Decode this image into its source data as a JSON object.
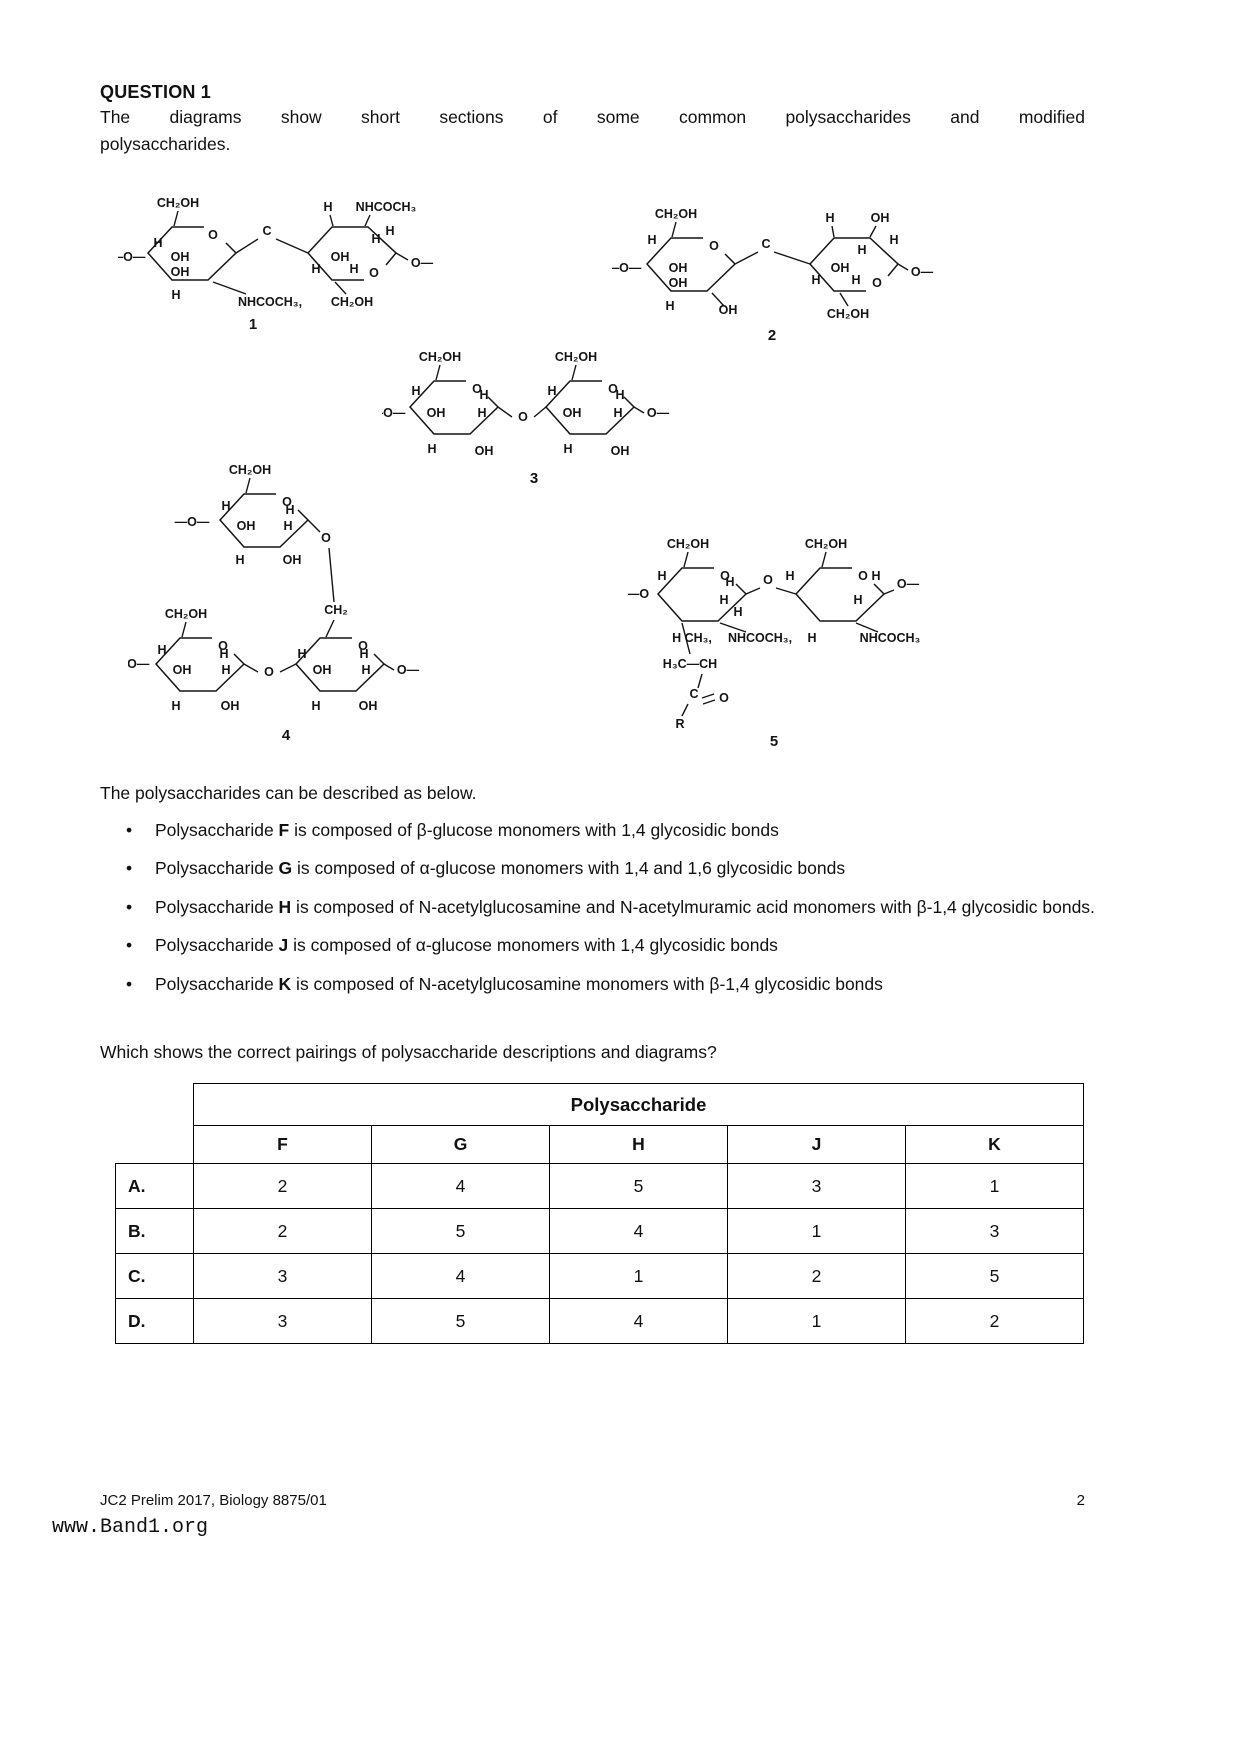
{
  "q": {
    "label": "QUESTION 1",
    "intro_l1": "The diagrams show short sections of some common polysaccharides and modified",
    "intro_l2": "polysaccharides.",
    "describe": "The polysaccharides can be described as below.",
    "prompt": "Which shows the correct pairings of polysaccharide descriptions and diagrams?"
  },
  "sym": {
    "o": "O",
    "c": "C",
    "h": "H",
    "oh": "OH",
    "ch2oh": "CH₂OH",
    "ch2": "CH₂",
    "nhcoch3": "NHCOCH₃",
    "nhcoch3_comma": "NHCOCH₃,",
    "o_chain": "—O—",
    "o_left": "—O",
    "o_right": "O—",
    "h_ch3": "H CH₃,",
    "h3c_ch": "H₃C—CH",
    "r": "R"
  },
  "diagrams": {
    "d1": {
      "number": "1"
    },
    "d2": {
      "number": "2"
    },
    "d3": {
      "number": "3"
    },
    "d4": {
      "number": "4"
    },
    "d5": {
      "number": "5"
    }
  },
  "bullets": [
    {
      "before": "Polysaccharide ",
      "bold": "F",
      "after": " is composed of β-glucose monomers with 1,4 glycosidic bonds"
    },
    {
      "before": "Polysaccharide ",
      "bold": "G",
      "after": " is composed of α-glucose monomers with 1,4 and 1,6 glycosidic bonds"
    },
    {
      "before": "Polysaccharide ",
      "bold": "H",
      "after": " is composed of N-acetylglucosamine and N-acetylmuramic acid monomers with β-1,4 glycosidic bonds."
    },
    {
      "before": "Polysaccharide ",
      "bold": "J",
      "after": " is composed of α-glucose monomers with 1,4 glycosidic bonds"
    },
    {
      "before": "Polysaccharide ",
      "bold": "K",
      "after": " is composed of N-acetylglucosamine monomers with β-1,4 glycosidic bonds"
    }
  ],
  "table": {
    "title": "Polysaccharide",
    "columns": [
      "F",
      "G",
      "H",
      "J",
      "K"
    ],
    "rows": [
      {
        "label": "A.",
        "values": [
          "2",
          "4",
          "5",
          "3",
          "1"
        ]
      },
      {
        "label": "B.",
        "values": [
          "2",
          "5",
          "4",
          "1",
          "3"
        ]
      },
      {
        "label": "C.",
        "values": [
          "3",
          "4",
          "1",
          "2",
          "5"
        ]
      },
      {
        "label": "D.",
        "values": [
          "3",
          "5",
          "4",
          "1",
          "2"
        ]
      }
    ]
  },
  "footer": {
    "left": "JC2 Prelim 2017, Biology 8875/01",
    "page": "2",
    "site": "www.Band1.org"
  }
}
